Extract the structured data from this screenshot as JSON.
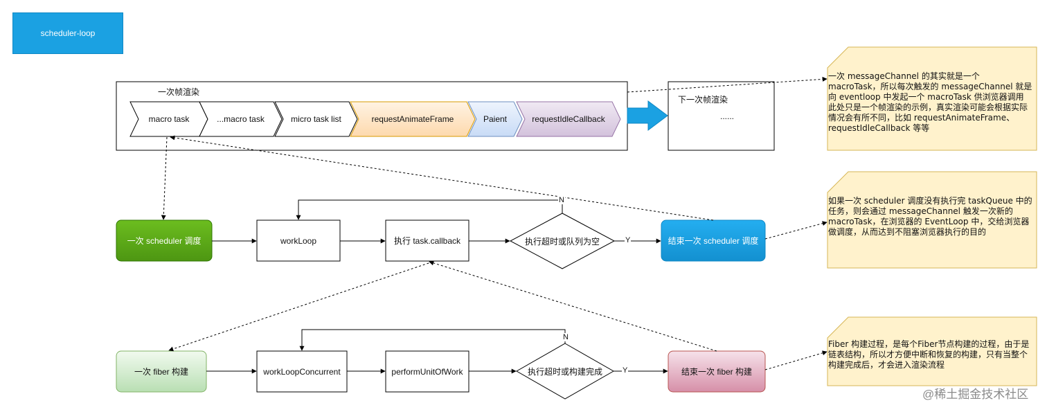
{
  "title_badge": "scheduler-loop",
  "frame": {
    "label": "一次帧渲染",
    "chevrons": [
      {
        "label": "macro task",
        "fill": "#ffffff",
        "stroke": "#000000"
      },
      {
        "label": "...macro task",
        "fill": "#ffffff",
        "stroke": "#000000"
      },
      {
        "label": "micro task list",
        "fill": "#ffffff",
        "stroke": "#000000"
      },
      {
        "label": "requestAnimateFrame",
        "fill": "#ffe6cc",
        "stroke": "#d79b00"
      },
      {
        "label": "Paient",
        "fill": "#dae8fc",
        "stroke": "#6c8ebf"
      },
      {
        "label": "requestIdleCallback",
        "fill": "#e1d5e7",
        "stroke": "#9673a6"
      }
    ]
  },
  "next_frame": {
    "label": "下一次帧渲染",
    "ellipsis": "......"
  },
  "scheduler_row": {
    "start": "一次 scheduler 调度",
    "work_loop": "workLoop",
    "exec": "执行 task.callback",
    "decision": "执行超时或队列为空",
    "end": "结束一次 scheduler  调度",
    "yes_label": "Y",
    "no_label": "N"
  },
  "fiber_row": {
    "start": "一次 fiber 构建",
    "work_loop": "workLoopConcurrent",
    "perform": "performUnitOfWork",
    "decision": "执行超时或构建完成",
    "end": "结束一次 fiber 构建",
    "yes_label": "Y",
    "no_label": "N"
  },
  "notes": {
    "note1": "一次 messageChannel 的其实就是一个 macroTask，所以每次触发的 messageChannel 就是向 eventloop 中发起一个 macroTask 供浏览器调用\n此处只是一个帧渲染的示例，真实渲染可能会根据实际情况会有所不同，比如 requestAnimateFrame、requestIdleCallback 等等",
    "note2": "如果一次 scheduler 调度没有执行完 taskQueue 中的任务，则会通过 messageChannel 触发一次新的 macroTask，在浏览器的 EventLoop 中，交给浏览器做调度，从而达到不阻塞浏览器执行的目的",
    "note3": "Fiber 构建过程，是每个Fiber节点构建的过程，由于是链表结构，所以才方便中断和恢复的构建，只有当整个构建完成后，才会进入渲染流程"
  },
  "watermark": "@稀土掘金技术社区",
  "colors": {
    "title_blue": "#1ba1e2",
    "start_green": "#60a917",
    "end_blue": "#1ba1e2",
    "fiber_green_light": "#d5e8d4",
    "fiber_pink": "#e6b8c8",
    "note_yellow": "#fff2cc",
    "note_border": "#d6b656",
    "big_arrow": "#1ba1e2"
  }
}
